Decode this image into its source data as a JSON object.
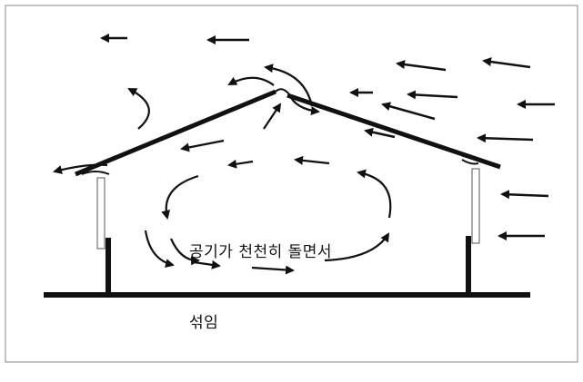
{
  "caption": {
    "line1": "공기가 천천히 돌면서",
    "line2": "섞임"
  },
  "colors": {
    "ink": "#111111",
    "frame": "#8a8a8a",
    "background": "#ffffff"
  },
  "elements": {
    "outside_wind_arrows": "straight arrows pointing left",
    "roof_flow_arrows": "curved arrows over roof ridge and eaves",
    "inside_circulation_arrows": "circular flow inside the building"
  }
}
